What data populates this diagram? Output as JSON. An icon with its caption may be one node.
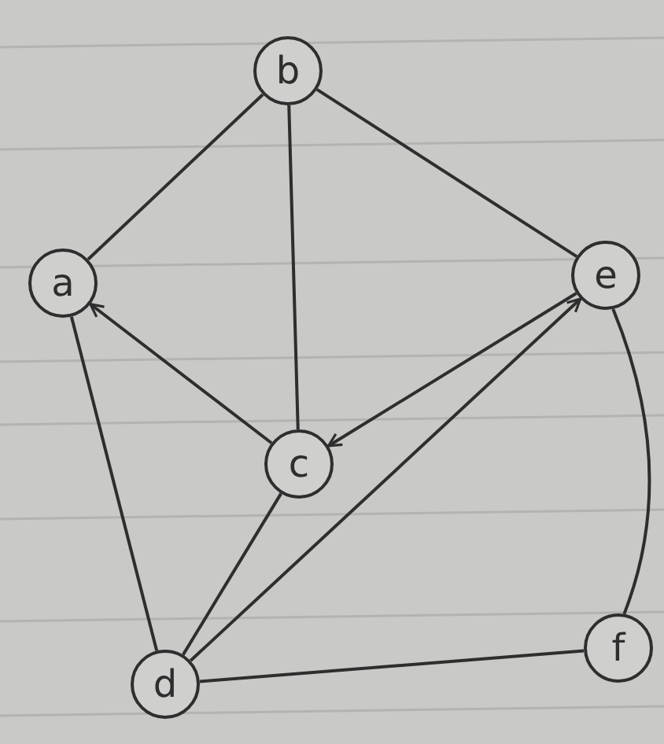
{
  "diagram": {
    "nodes": [
      {
        "text": [
          "b"
        ]
      },
      {
        "text": [
          "a"
        ]
      },
      {
        "text": [
          "e"
        ]
      },
      {
        "text": [
          "c"
        ]
      },
      {
        "text": [
          "d"
        ]
      },
      {
        "text": [
          "f"
        ]
      }
    ],
    "edges": [
      {
        "from": 0,
        "to": 1,
        "arrow": "none"
      },
      {
        "from": 0,
        "to": 3,
        "arrow": "none"
      },
      {
        "from": 0,
        "to": 2,
        "arrow": "none"
      },
      {
        "from": 3,
        "to": 1,
        "arrow": "to"
      },
      {
        "from": 2,
        "to": 3,
        "arrow": "to"
      },
      {
        "from": 4,
        "to": 2,
        "arrow": "to"
      },
      {
        "from": 3,
        "to": 4,
        "arrow": "none"
      },
      {
        "from": 1,
        "to": 4,
        "arrow": "none"
      },
      {
        "from": 2,
        "to": 5,
        "arrow": "none"
      },
      {
        "from": 4,
        "to": 5,
        "arrow": "none"
      }
    ]
  }
}
